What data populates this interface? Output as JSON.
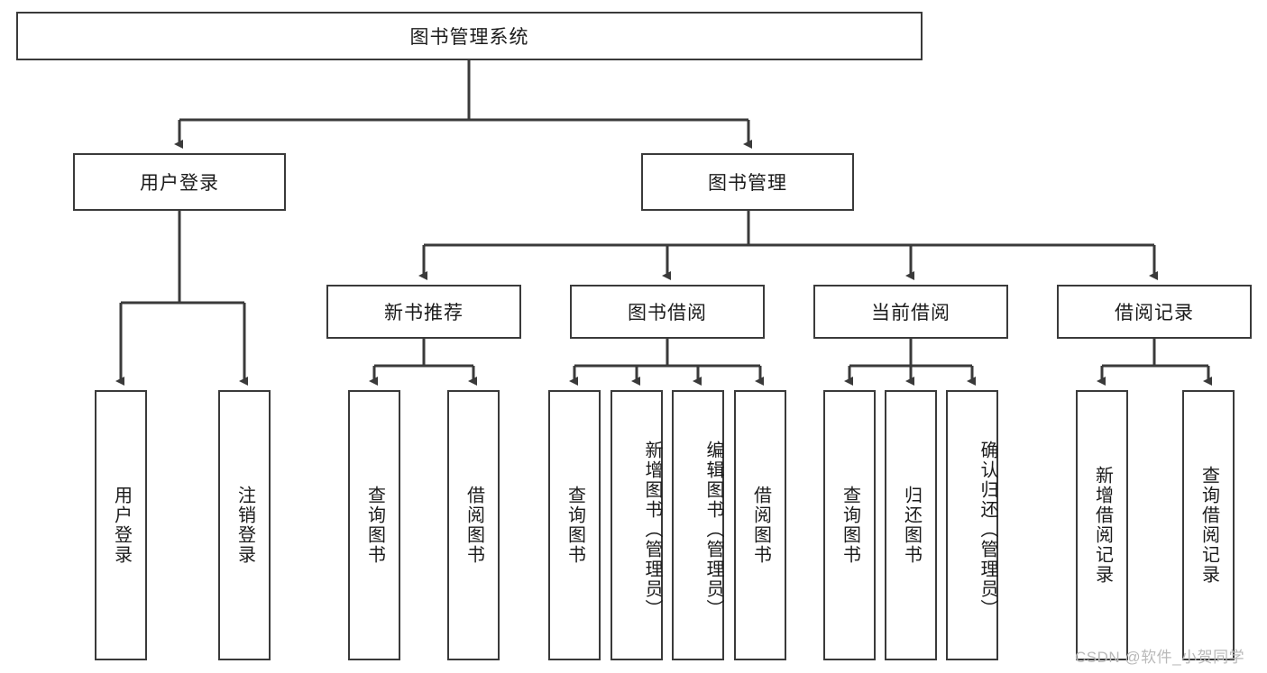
{
  "diagram": {
    "title": "图书管理系统",
    "type": "hierarchy-tree",
    "root": {
      "id": "root",
      "label": "图书管理系统"
    },
    "level1": [
      {
        "id": "user-login",
        "label": "用户登录"
      },
      {
        "id": "book-manage",
        "label": "图书管理"
      }
    ],
    "level2": [
      {
        "id": "new-book-recommend",
        "label": "新书推荐",
        "parent": "book-manage"
      },
      {
        "id": "book-borrow",
        "label": "图书借阅",
        "parent": "book-manage"
      },
      {
        "id": "current-borrow",
        "label": "当前借阅",
        "parent": "book-manage"
      },
      {
        "id": "borrow-record",
        "label": "借阅记录",
        "parent": "book-manage"
      }
    ],
    "leaves": [
      {
        "id": "leaf-user-login",
        "label": "用户登录",
        "parent": "user-login"
      },
      {
        "id": "leaf-logout-login",
        "label": "注销登录",
        "parent": "user-login"
      },
      {
        "id": "leaf-query-book-1",
        "label": "查询图书",
        "parent": "new-book-recommend"
      },
      {
        "id": "leaf-borrow-book-1",
        "label": "借阅图书",
        "parent": "new-book-recommend"
      },
      {
        "id": "leaf-query-book-2",
        "label": "查询图书",
        "parent": "book-borrow"
      },
      {
        "id": "leaf-add-book",
        "label": "新增图书（管理员）",
        "parent": "book-borrow"
      },
      {
        "id": "leaf-edit-book",
        "label": "编辑图书（管理员）",
        "parent": "book-borrow"
      },
      {
        "id": "leaf-borrow-book-2",
        "label": "借阅图书",
        "parent": "book-borrow"
      },
      {
        "id": "leaf-query-book-3",
        "label": "查询图书",
        "parent": "current-borrow"
      },
      {
        "id": "leaf-return-book",
        "label": "归还图书",
        "parent": "current-borrow"
      },
      {
        "id": "leaf-confirm-return",
        "label": "确认归还（管理员）",
        "parent": "current-borrow"
      },
      {
        "id": "leaf-add-record",
        "label": "新增借阅记录",
        "parent": "borrow-record"
      },
      {
        "id": "leaf-query-record",
        "label": "查询借阅记录",
        "parent": "borrow-record"
      }
    ],
    "colors": {
      "stroke": "#3a3a3a",
      "background": "#ffffff",
      "text": "#1b1b1b",
      "watermark": "#b9b9b9"
    }
  },
  "watermark": {
    "text": "CSDN @软件_小贺同学"
  }
}
